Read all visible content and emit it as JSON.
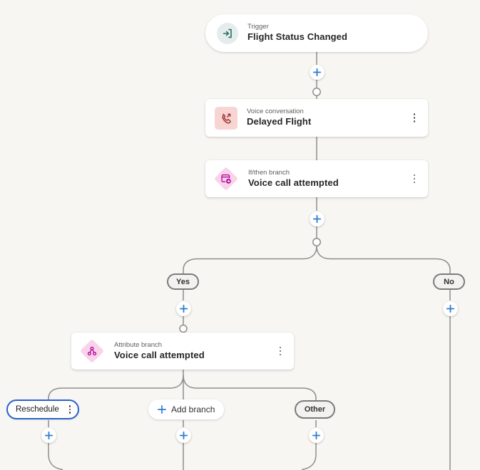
{
  "colors": {
    "background": "#f7f6f3",
    "connector": "#8f8d8b",
    "accent_blue": "#2b7cd3",
    "selected_branch_border": "#2a63c9",
    "card_background": "#ffffff",
    "category_text": "#605e5c",
    "title_text": "#262626",
    "trigger_icon": "#2e6e67",
    "trigger_icon_bg": "#e4edec",
    "voice_icon": "#a4373a",
    "voice_icon_bg": "#f7d5d2",
    "branch_icon": "#b4009e",
    "branch_icon_bg": "#f9d3e9",
    "pill_bg": "#f3f2f0",
    "pill_border": "#7d7b79"
  },
  "nodes": [
    {
      "category": "Trigger",
      "title": "Flight Status Changed",
      "icon": "sign-in-icon",
      "has_menu": false
    },
    {
      "category": "Voice conversation",
      "title": "Delayed Flight",
      "icon": "phone-outgoing-icon",
      "has_menu": true
    },
    {
      "category": "If/then branch",
      "title": "Voice call attempted",
      "icon": "if-then-branch-icon",
      "has_menu": true
    },
    {
      "category": "Attribute branch",
      "title": "Voice call attempted",
      "icon": "attribute-branch-icon",
      "has_menu": true
    }
  ],
  "branch_labels": {
    "yes": "Yes",
    "no": "No",
    "reschedule": "Reschedule",
    "other": "Other"
  },
  "buttons": {
    "add_branch": "Add branch"
  }
}
